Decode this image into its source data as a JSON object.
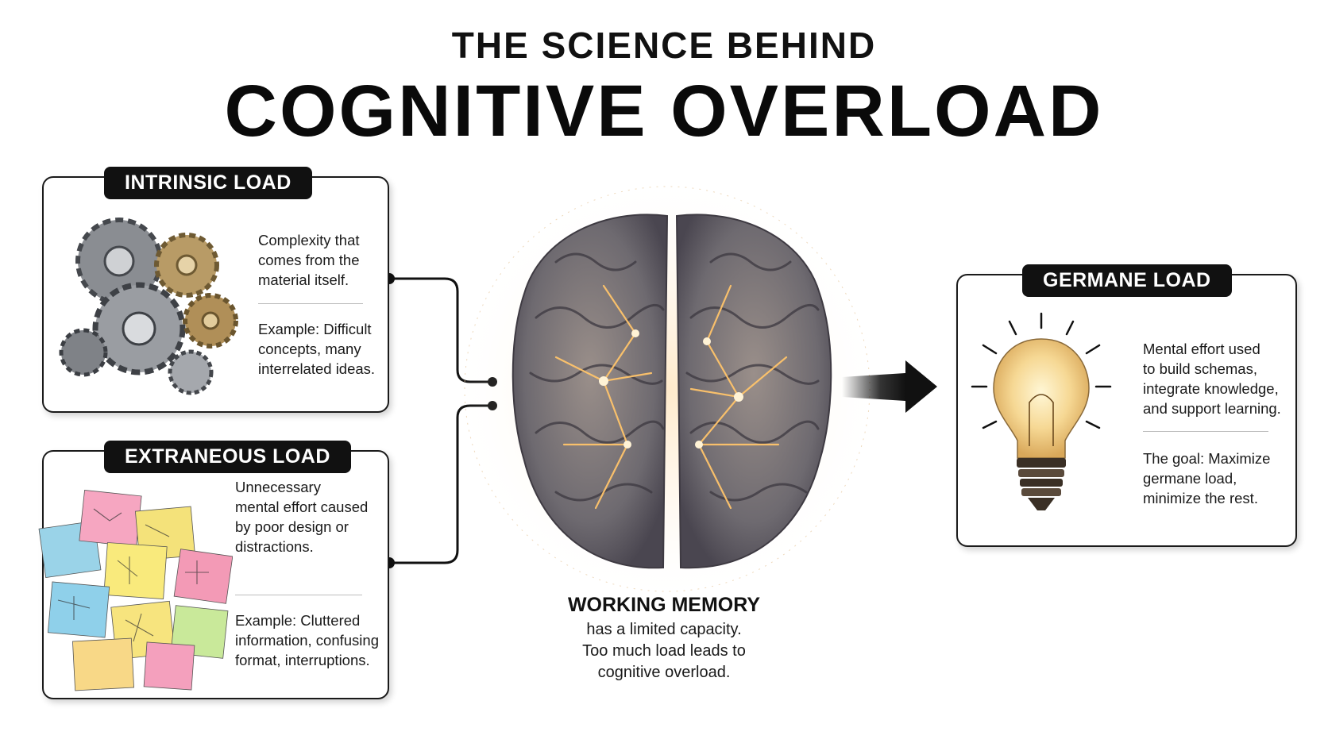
{
  "header": {
    "subtitle": "THE SCIENCE BEHIND",
    "title": "COGNITIVE OVERLOAD"
  },
  "intrinsic": {
    "label": "INTRINSIC LOAD",
    "description": [
      "Complexity that",
      "comes from the",
      "material itself."
    ],
    "example": [
      "Example: Difficult",
      "concepts, many",
      "interrelated ideas."
    ],
    "icon": "gears-icon"
  },
  "extraneous": {
    "label": "EXTRANEOUS LOAD",
    "description": [
      "Unnecessary",
      "mental effort caused",
      "by poor design or",
      "distractions."
    ],
    "example": [
      "Example: Cluttered",
      "information, confusing",
      "format, interruptions."
    ],
    "icon": "sticky-notes-icon"
  },
  "germane": {
    "label": "GERMANE LOAD",
    "description": [
      "Mental effort used",
      "to build schemas,",
      "integrate knowledge,",
      "and support learning."
    ],
    "goal": [
      "The goal: Maximize",
      "germane load,",
      "minimize the rest."
    ],
    "icon": "light-bulb-icon"
  },
  "working_memory": {
    "title": "WORKING MEMORY",
    "lines": [
      "has a limited capacity.",
      "Too much load leads to",
      "cognitive overload."
    ],
    "icon": "brain-icon"
  },
  "colors": {
    "accent": "#111111",
    "glow": "#ffb347",
    "brain": "#6e6a70"
  }
}
